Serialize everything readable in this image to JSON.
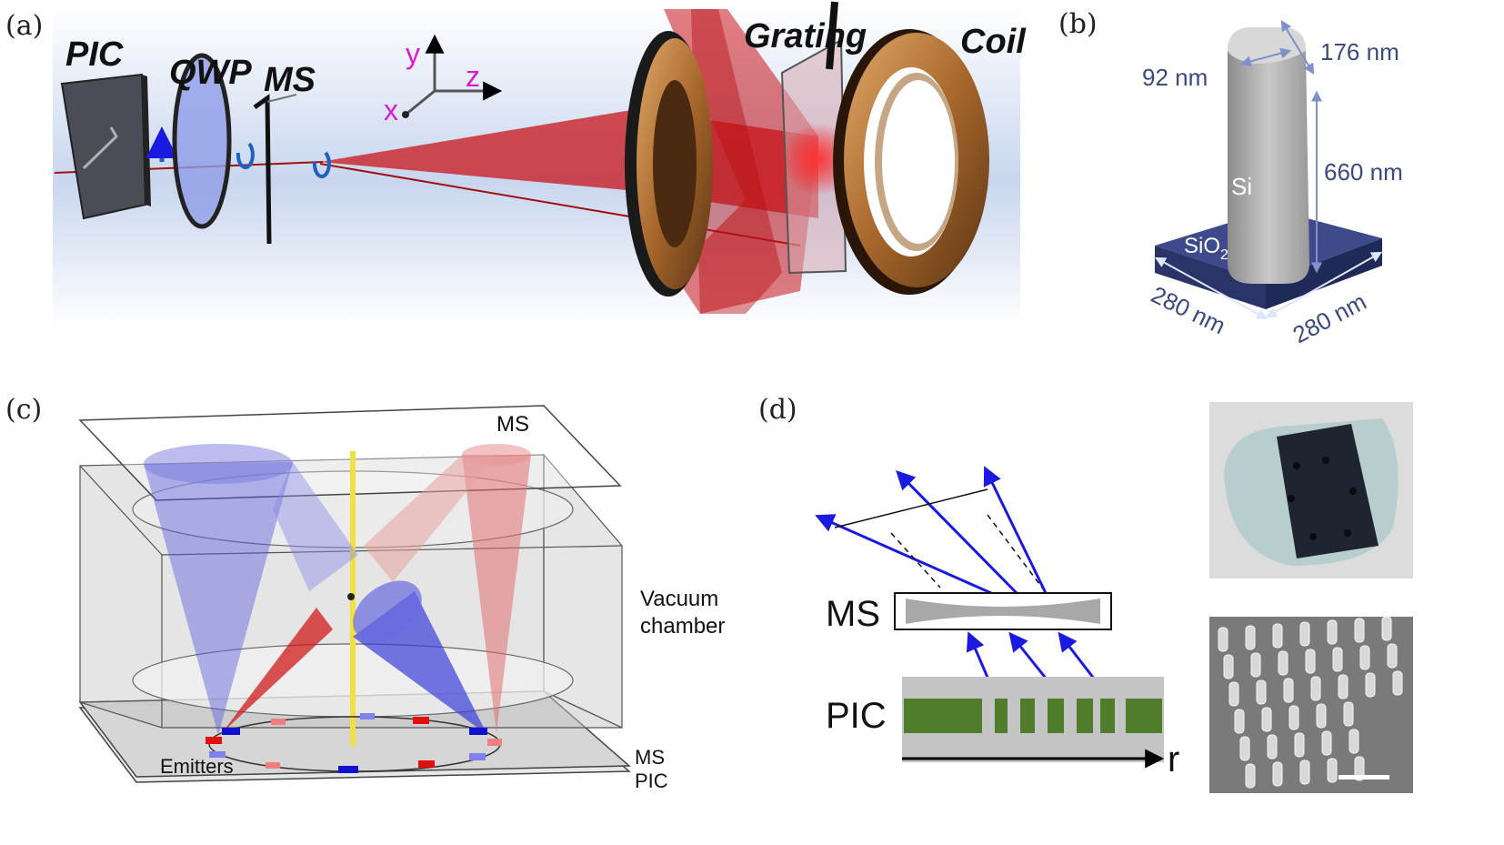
{
  "panels": {
    "a": {
      "label": "(a)",
      "components": [
        "PIC",
        "QWP",
        "MS",
        "Grating",
        "Coil"
      ],
      "axes": {
        "x": "x",
        "y": "y",
        "z": "z"
      }
    },
    "b": {
      "label": "(b)",
      "dims": {
        "width": "92 nm",
        "depth": "176 nm",
        "height": "660 nm",
        "base1": "280 nm",
        "base2": "280 nm"
      },
      "pillar_material": "Si",
      "substrate_material": "SiO",
      "substrate_sub": "2"
    },
    "c": {
      "label": "(c)",
      "ms_top": "MS",
      "chamber_line1": "Vacuum",
      "chamber_line2": "chamber",
      "emitters": "Emitters",
      "ms_bottom": "MS",
      "pic_bottom": "PIC"
    },
    "d": {
      "label": "(d)",
      "ms": "MS",
      "pic": "PIC",
      "axis": "r"
    }
  },
  "colors": {
    "beam_red": "#c0181c",
    "beam_blue": "#3b3fd8",
    "coil_bronze": "#b47a3a",
    "substrate_navy": "#2f3b78",
    "pic_green": "#4f7d2c",
    "label_navy": "#3a4a80",
    "axis_magenta": "#d81bd8"
  }
}
